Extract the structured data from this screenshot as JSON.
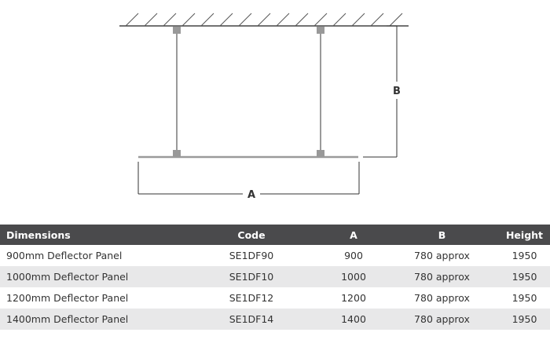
{
  "diagram": {
    "label_a": "A",
    "label_b": "B"
  },
  "table": {
    "headers": [
      "Dimensions",
      "Code",
      "A",
      "B",
      "Height"
    ],
    "rows": [
      [
        "900mm Deflector Panel",
        "SE1DF90",
        "900",
        "780 approx",
        "1950"
      ],
      [
        "1000mm Deflector Panel",
        "SE1DF10",
        "1000",
        "780 approx",
        "1950"
      ],
      [
        "1200mm Deflector Panel",
        "SE1DF12",
        "1200",
        "780 approx",
        "1950"
      ],
      [
        "1400mm Deflector Panel",
        "SE1DF14",
        "1400",
        "780 approx",
        "1950"
      ]
    ]
  },
  "colors": {
    "header_bg": "#4a4a4c",
    "stripe_bg": "#e8e8e9",
    "line": "#333333",
    "rod": "#9a9a9a"
  }
}
